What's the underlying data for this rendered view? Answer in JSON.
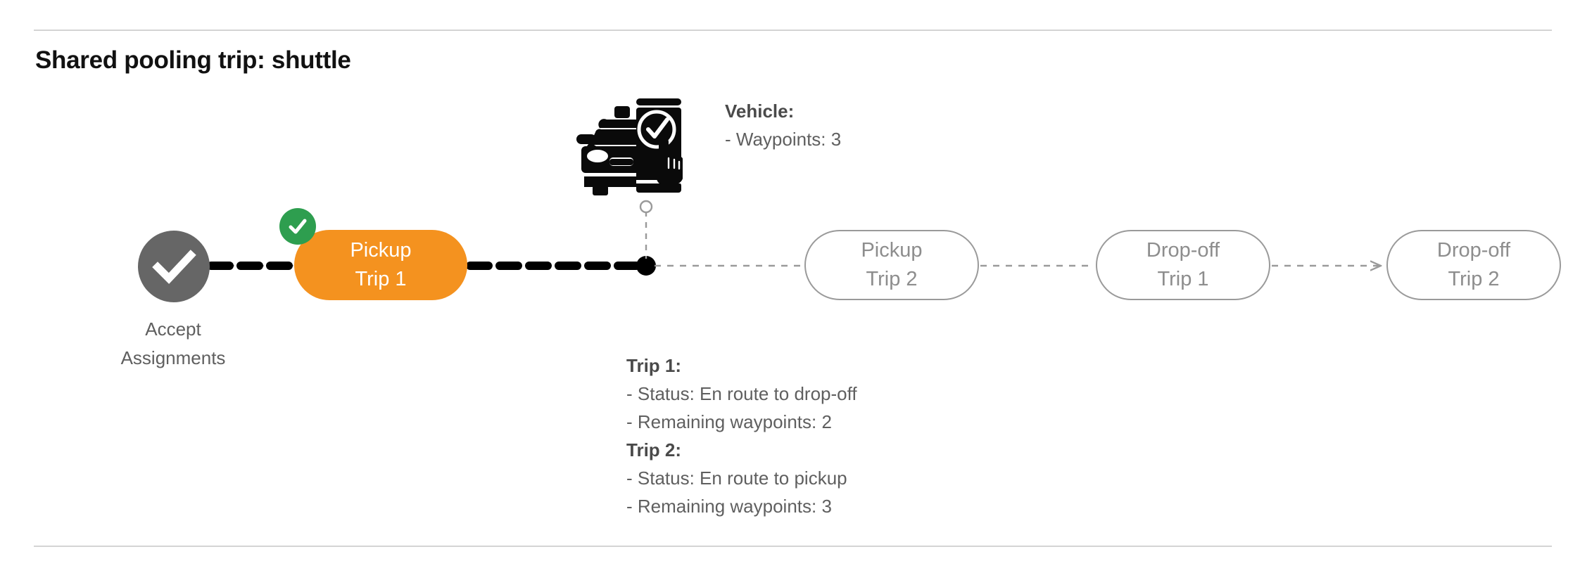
{
  "page": {
    "title": "Shared pooling trip: shuttle"
  },
  "colors": {
    "active_node": "#F4921F",
    "completed_badge": "#2E9E4F",
    "start_node": "#666666",
    "upcoming_border": "#9A9A9A",
    "upcoming_text": "#8D8D8D",
    "body_text": "#5F5F5F",
    "divider": "#D4D4D4",
    "active_path": "#000000",
    "future_path": "#9A9A9A"
  },
  "flow": {
    "start": {
      "icon": "check-circle-icon",
      "label_line1": "Accept",
      "label_line2": "Assignments",
      "state": "completed"
    },
    "nodes": [
      {
        "id": "pickup-trip-1",
        "line1": "Pickup",
        "line2": "Trip 1",
        "state": "active",
        "badge": "check-icon"
      },
      {
        "id": "pickup-trip-2",
        "line1": "Pickup",
        "line2": "Trip 2",
        "state": "upcoming"
      },
      {
        "id": "dropoff-trip-1",
        "line1": "Drop-off",
        "line2": "Trip 1",
        "state": "upcoming"
      },
      {
        "id": "dropoff-trip-2",
        "line1": "Drop-off",
        "line2": "Trip 2",
        "state": "upcoming"
      }
    ]
  },
  "vehicle": {
    "icon": "car-phone-check-icon",
    "marker": "vehicle-position-marker",
    "heading": "Vehicle:",
    "waypoints_line": "- Waypoints: 3"
  },
  "trips": {
    "trip1": {
      "heading": "Trip 1:",
      "status_line": "- Status:  En route to drop-off",
      "waypoints_line": "- Remaining waypoints: 2"
    },
    "trip2": {
      "heading": "Trip 2:",
      "status_line": "- Status:  En route to pickup",
      "waypoints_line": "- Remaining waypoints: 3"
    }
  }
}
